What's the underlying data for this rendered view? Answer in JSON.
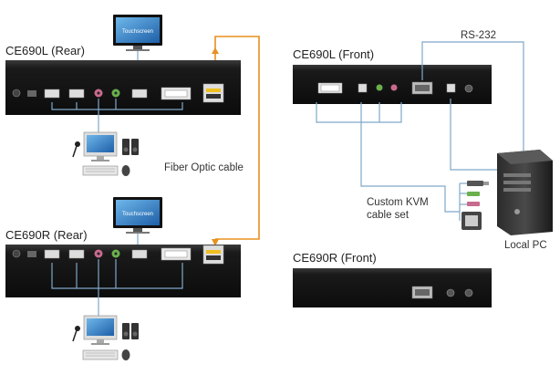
{
  "devices": {
    "l_rear": "CE690L (Rear)",
    "r_rear": "CE690R (Rear)",
    "l_front": "CE690L (Front)",
    "r_front": "CE690R (Front)"
  },
  "monitor_label": "Touchscreen",
  "labels": {
    "fiber": "Fiber Optic cable",
    "rs232": "RS-232",
    "kvm_line1": "Custom KVM",
    "kvm_line2": "cable set",
    "local_pc": "Local PC"
  },
  "colors": {
    "device_body": "#141414",
    "cable_blue": "#7fa8c9",
    "fiber_orange": "#e8901f",
    "port_pink": "#c86a8e",
    "port_green": "#6ab04c"
  }
}
